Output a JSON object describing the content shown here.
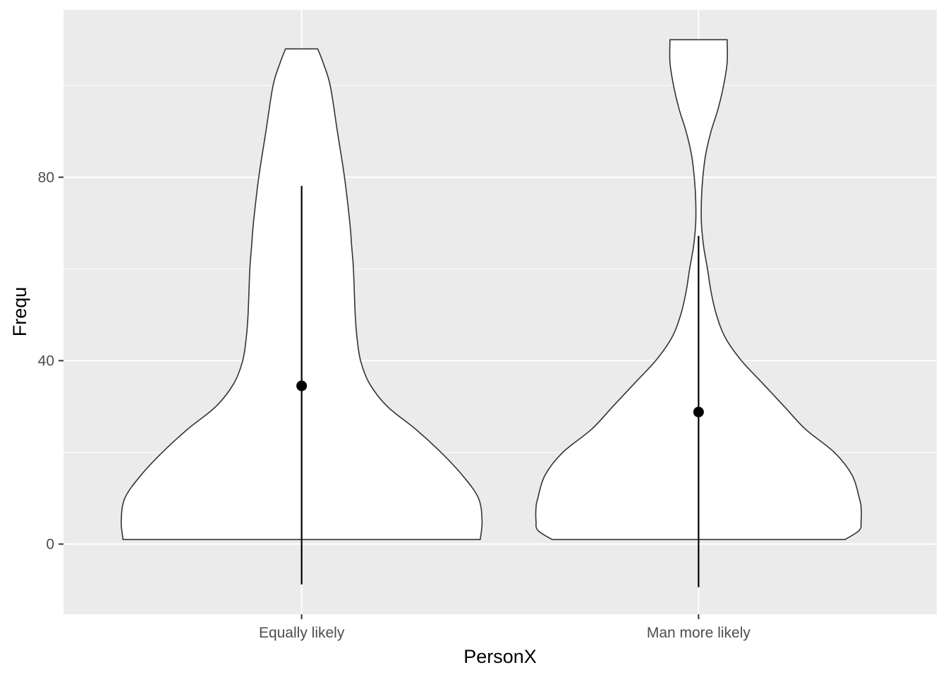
{
  "chart_data": {
    "type": "violin",
    "xlabel": "PersonX",
    "ylabel": "Frequ",
    "categories": [
      "Equally likely",
      "Man more likely"
    ],
    "y_ticks": [
      0,
      40,
      80
    ],
    "ylim": [
      -15.3,
      116.5
    ],
    "grid": true,
    "legend": "none",
    "violins": [
      {
        "category": "Equally likely",
        "y_min": 1,
        "y_max": 108,
        "density": [
          [
            1,
            0.5
          ],
          [
            5,
            0.505
          ],
          [
            10,
            0.495
          ],
          [
            15,
            0.45
          ],
          [
            20,
            0.39
          ],
          [
            25,
            0.32
          ],
          [
            30,
            0.24
          ],
          [
            35,
            0.19
          ],
          [
            40,
            0.165
          ],
          [
            45,
            0.155
          ],
          [
            50,
            0.15
          ],
          [
            60,
            0.145
          ],
          [
            65,
            0.14
          ],
          [
            70,
            0.135
          ],
          [
            80,
            0.12
          ],
          [
            90,
            0.1
          ],
          [
            100,
            0.08
          ],
          [
            105,
            0.06
          ],
          [
            108,
            0.045
          ]
        ],
        "mean": 34.5,
        "range_low": -8.8,
        "range_high": 78.1
      },
      {
        "category": "Man more likely",
        "y_min": 1,
        "y_max": 110,
        "density": [
          [
            1,
            0.41
          ],
          [
            3,
            0.45
          ],
          [
            5,
            0.455
          ],
          [
            8,
            0.455
          ],
          [
            10,
            0.45
          ],
          [
            15,
            0.43
          ],
          [
            20,
            0.38
          ],
          [
            25,
            0.3
          ],
          [
            30,
            0.24
          ],
          [
            35,
            0.18
          ],
          [
            40,
            0.12
          ],
          [
            45,
            0.075
          ],
          [
            50,
            0.05
          ],
          [
            55,
            0.035
          ],
          [
            60,
            0.025
          ],
          [
            65,
            0.014
          ],
          [
            70,
            0.008
          ],
          [
            75,
            0.008
          ],
          [
            80,
            0.012
          ],
          [
            85,
            0.02
          ],
          [
            90,
            0.035
          ],
          [
            95,
            0.055
          ],
          [
            100,
            0.07
          ],
          [
            105,
            0.08
          ],
          [
            110,
            0.08
          ]
        ],
        "mean": 28.8,
        "range_low": -9.4,
        "range_high": 67.2
      }
    ]
  }
}
